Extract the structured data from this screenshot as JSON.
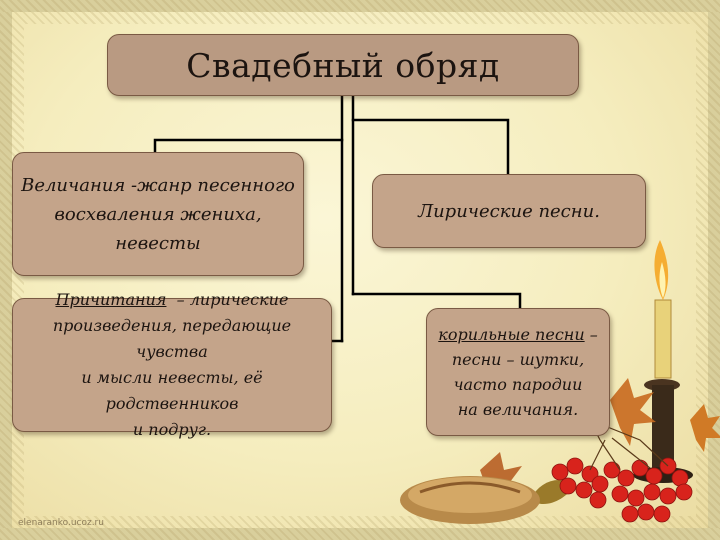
{
  "title": "Свадебный обряд",
  "boxes": {
    "velichaniya": {
      "lines": [
        "Величания -жанр песенного",
        "восхваления жениха,",
        "невесты"
      ]
    },
    "liricheskie": {
      "text": "Лирические песни."
    },
    "prichitaniya": {
      "term": "Причитания",
      "lines": [
        "– лирические",
        "произведения,  передающие чувства",
        "и мысли невесты, её родственников",
        "и подруг."
      ]
    },
    "korilnye": {
      "term": "корильные песни",
      "lines": [
        "–",
        "песни – шутки,",
        "часто пародии",
        "на величания."
      ]
    }
  },
  "source": "elenaranko.ucoz.ru",
  "colors": {
    "box_fill": "#c4a48a",
    "title_fill": "#b99a82",
    "box_border": "#7a5a44",
    "connector": "#000000",
    "background": "#f5edbe"
  }
}
